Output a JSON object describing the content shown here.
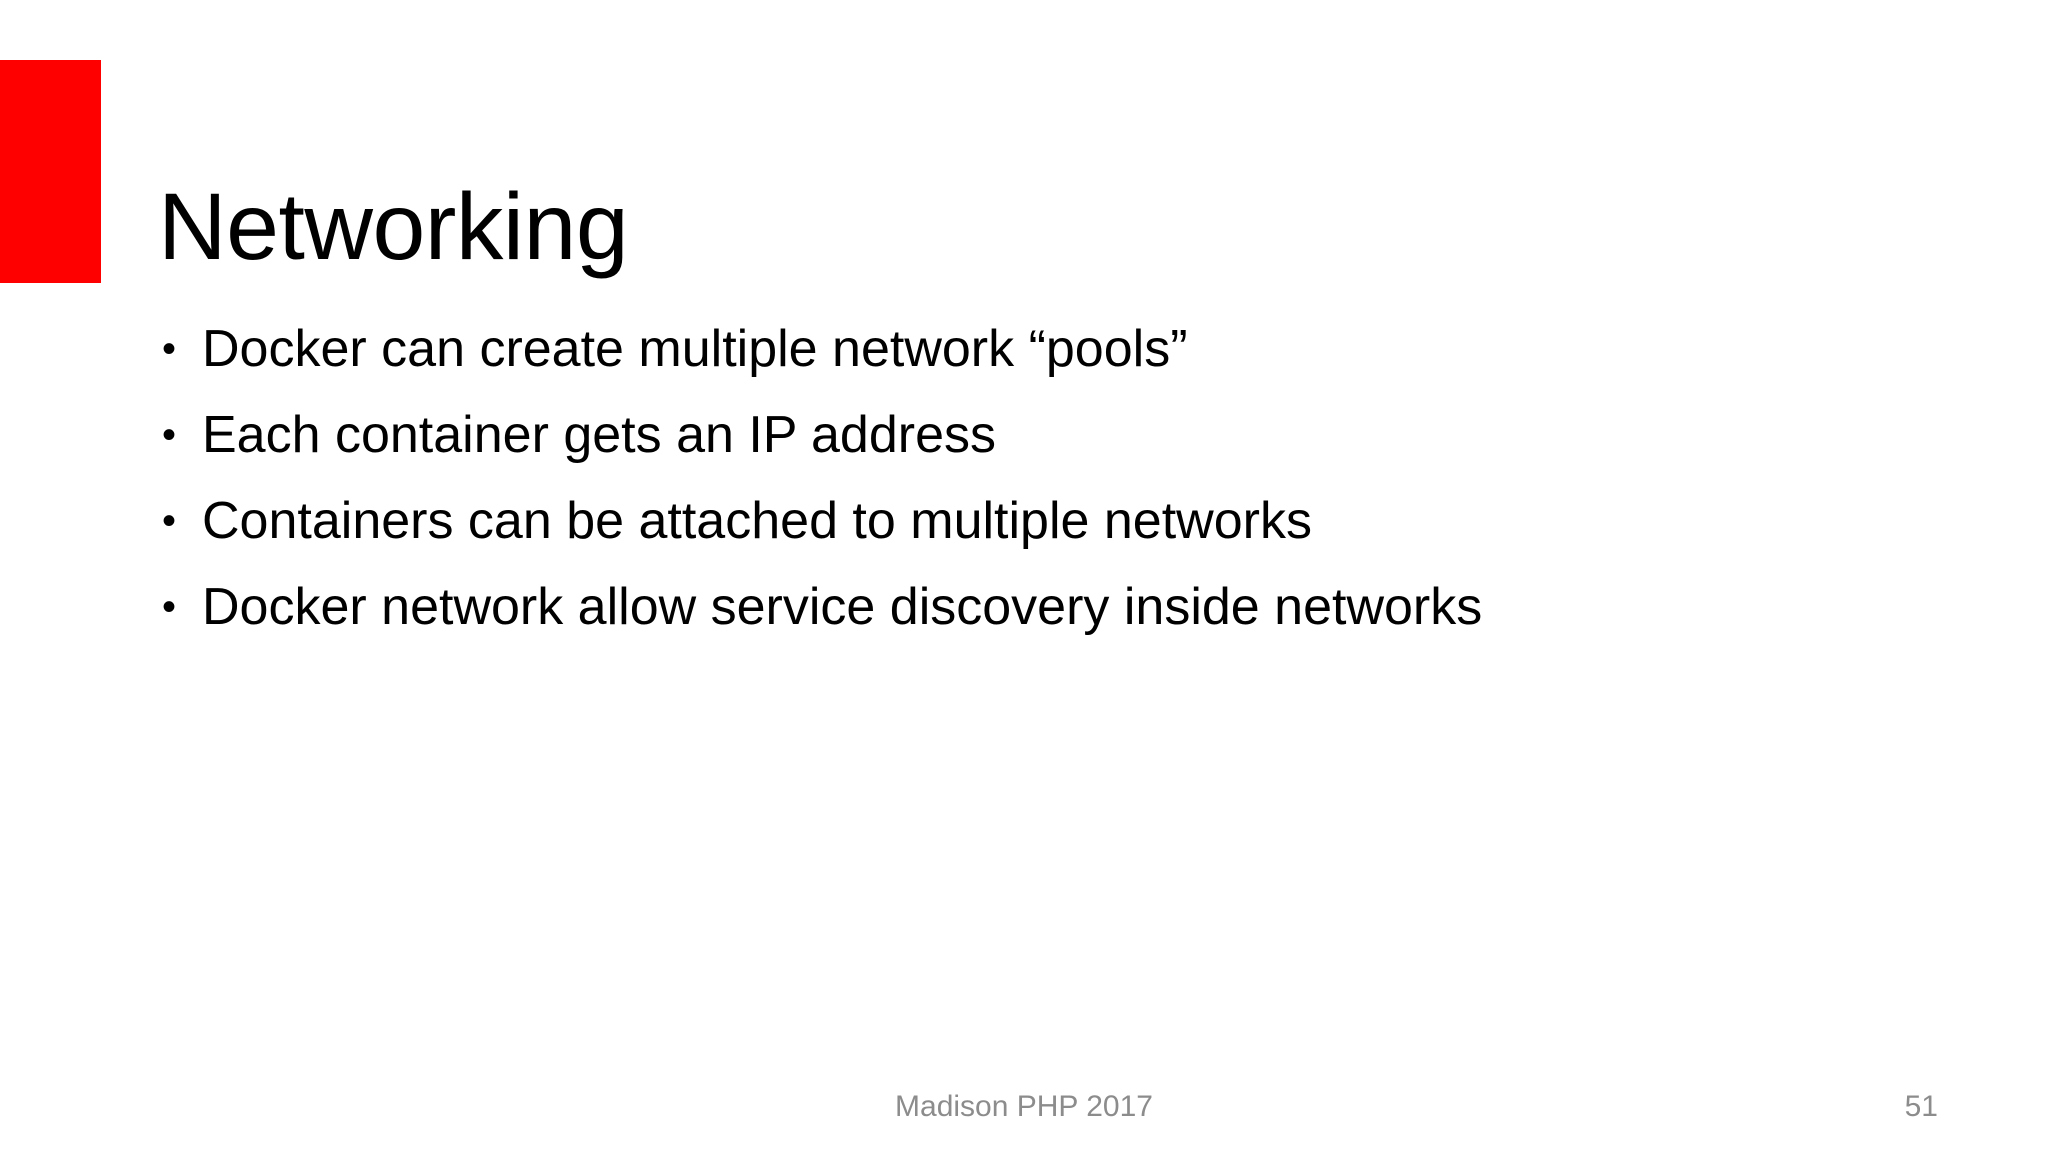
{
  "slide": {
    "title": "Networking",
    "accent_color": "#ff0000",
    "background_color": "#ffffff",
    "text_color": "#000000",
    "footer_color": "#8c8c8c",
    "bullet_glyph": "•",
    "bullets": [
      {
        "text": "Docker can create multiple network “pools”"
      },
      {
        "text": "Each container gets an IP address"
      },
      {
        "text": "Containers can be attached to multiple networks"
      },
      {
        "text": "Docker network allow service discovery inside networks"
      }
    ],
    "footer": {
      "center_text": "Madison PHP 2017",
      "page_number": "51"
    }
  }
}
